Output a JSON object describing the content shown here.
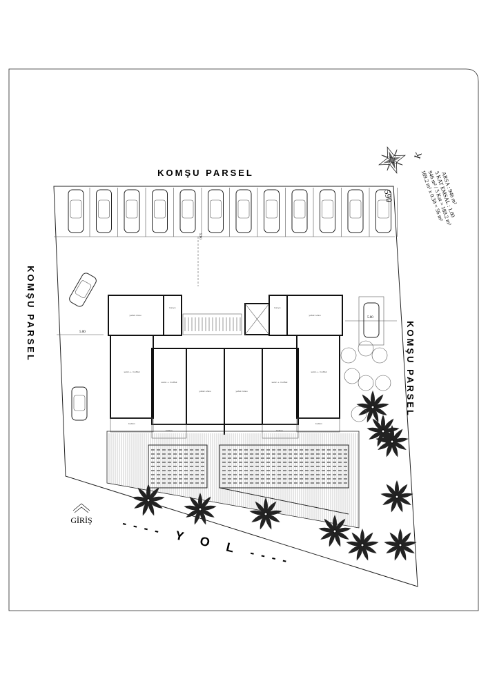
{
  "labels": {
    "neighbor_top": "KOMŞU PARSEL",
    "neighbor_left": "KOMŞU PARSEL",
    "neighbor_right": "KOMŞU PARSEL",
    "road": "---- Y O L ----",
    "entrance": "GİRİŞ",
    "north": "K",
    "parcel_no": "590",
    "setback_left": "5.00",
    "setback_right": "5.00",
    "setback_top": "5.00"
  },
  "site_info": [
    "ARSA : 946 m²",
    "5 KAT EMSAL : 1.00",
    "946 m² / 5 Kat = 189.2 m²",
    "189.2 m² x 0.30 = 56 m²"
  ],
  "rooms": [
    {
      "name": "yatak odası"
    },
    {
      "name": "banyo"
    },
    {
      "name": "salon + mutfak"
    },
    {
      "name": "salon + mutfak"
    },
    {
      "name": "yatak odası"
    },
    {
      "name": "yatak odası"
    },
    {
      "name": "salon + mutfak"
    },
    {
      "name": "salon + mutfak"
    },
    {
      "name": "banyo"
    },
    {
      "name": "yatak odası"
    },
    {
      "name": "balkon"
    },
    {
      "name": "balkon"
    },
    {
      "name": "balkon"
    },
    {
      "name": "balkon"
    }
  ],
  "parking_spaces": 12
}
